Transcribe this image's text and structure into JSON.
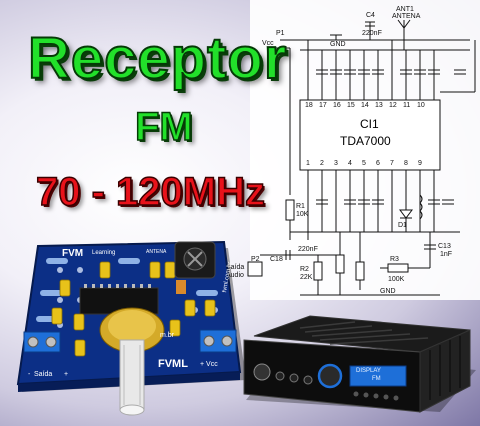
{
  "banner": {
    "title": "Receptor",
    "subtitle": "FM",
    "frequency": "70 - 120MHz"
  },
  "schematic": {
    "ic_ref": "CI1",
    "ic_part": "TDA7000",
    "labels": {
      "vcc": "Vcc",
      "p1": "P1",
      "p2": "P2",
      "gnd_top": "GND",
      "gnd_bottom": "GND",
      "ant": "ANT1",
      "antena": "ANTENA",
      "c4": "C4",
      "c4_val": "220nF",
      "r1": "R1",
      "r1_val": "10K",
      "c18": "C18",
      "c18_val": "220nF",
      "r2": "R2",
      "r2_val": "22K",
      "r3": "R3",
      "r3_val": "100K",
      "c13": "C13",
      "c13_val": "1nF",
      "d1": "D1",
      "saida": "Saída",
      "audio": "Áudio"
    },
    "pins_top": [
      "18",
      "17",
      "16",
      "15",
      "14",
      "13",
      "12",
      "11",
      "10"
    ],
    "pins_bottom": [
      "1",
      "2",
      "3",
      "4",
      "5",
      "6",
      "7",
      "8",
      "9"
    ]
  },
  "pcb": {
    "brand": "FVM",
    "brand_sub": "Learning",
    "antena": "ANTENA",
    "site": "fvml.com.br",
    "site_short": "m.br",
    "logo_bottom": "FVML",
    "saida": "Saída",
    "vcc": "+ Vcc",
    "minus": "-",
    "plus": "+"
  },
  "amplifier": {
    "display_line1": "DISPLAY",
    "display_line2": "FM"
  },
  "colors": {
    "title_green": "#22e02a",
    "freq_red": "#e8121a",
    "pcb_blue": "#0c2f86",
    "terminal_blue": "#1e6fd8"
  }
}
